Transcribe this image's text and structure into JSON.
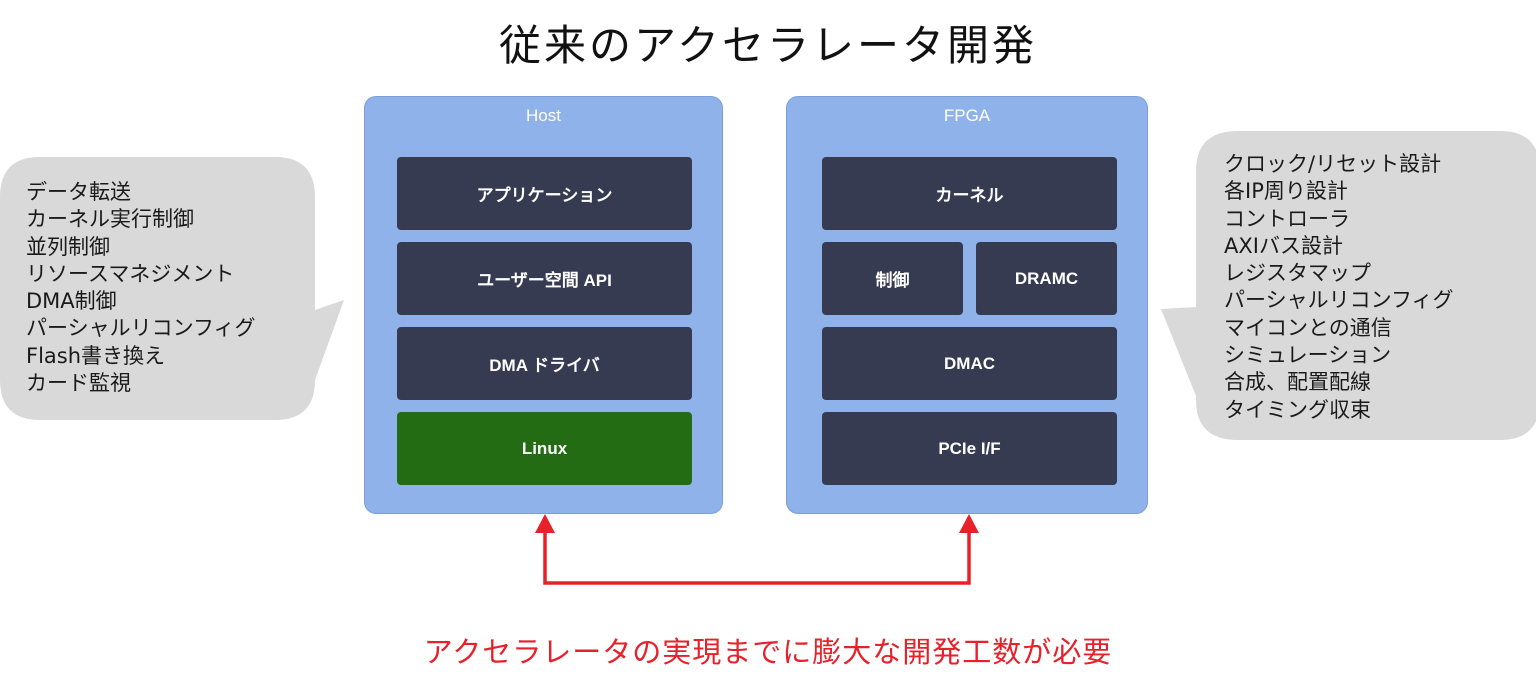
{
  "title": "従来のアクセラレータ開発",
  "left_bubble": {
    "items": [
      "データ転送",
      "カーネル実行制御",
      "並列制御",
      "リソースマネジメント",
      "DMA制御",
      "パーシャルリコンフィグ",
      "Flash書き換え",
      "カード監視"
    ]
  },
  "right_bubble": {
    "items": [
      "クロック/リセット設計",
      "各IP周り設計",
      "コントローラ",
      "AXIバス設計",
      "レジスタマップ",
      "パーシャルリコンフィグ",
      "マイコンとの通信",
      "シミュレーション",
      "合成、配置配線",
      "タイミング収束"
    ]
  },
  "host": {
    "label": "Host",
    "blocks": [
      "アプリケーション",
      "ユーザー空間 API",
      "DMA ドライバ",
      "Linux"
    ]
  },
  "fpga": {
    "label": "FPGA",
    "blocks": {
      "kernel": "カーネル",
      "control": "制御",
      "dramc": "DRAMC",
      "dmac": "DMAC",
      "pcie": "PCIe I/F"
    }
  },
  "footer": "アクセラレータの実現までに膨大な開発工数が必要",
  "colors": {
    "container": "#8fb2ea",
    "block": "#363b51",
    "linux_block": "#246c14",
    "bubble": "#d9d9d9",
    "accent_red": "#e8202a"
  }
}
